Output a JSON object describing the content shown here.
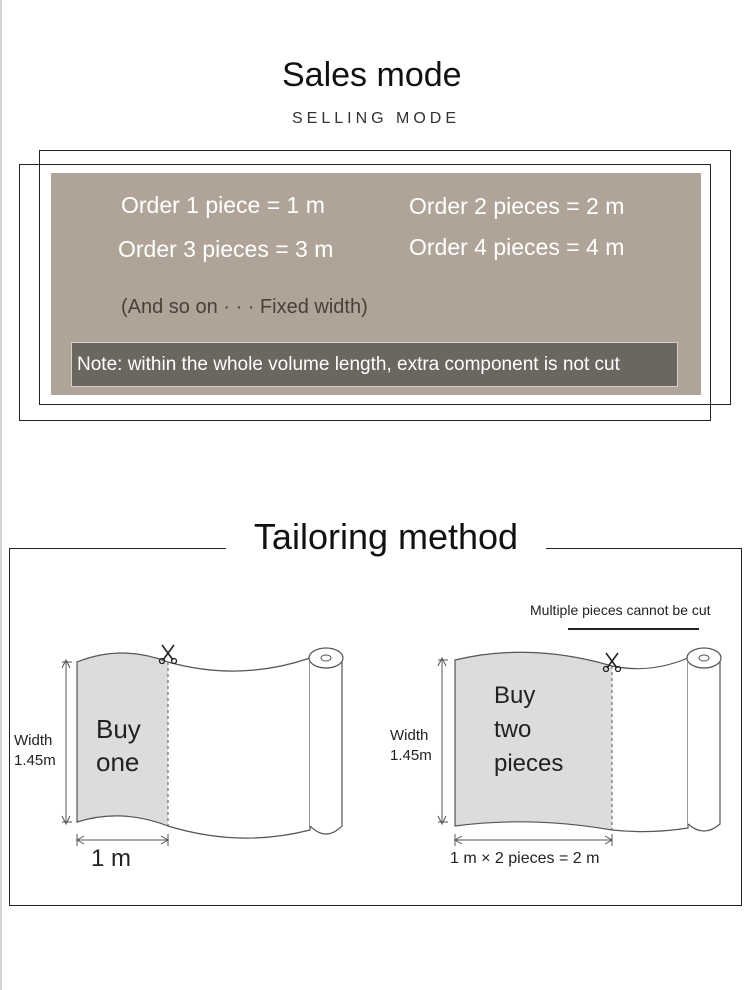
{
  "sales": {
    "title": "Sales mode",
    "subtitle": "SELLING MODE",
    "orders": [
      "Order 1 piece = 1 m",
      "Order 2 pieces = 2 m",
      "Order 3 pieces = 3 m",
      "Order 4 pieces = 4 m"
    ],
    "hint": "(And so on · · · Fixed width)",
    "note": "Note: within the whole volume length, extra component is not cut"
  },
  "tailoring": {
    "title": "Tailoring method",
    "left": {
      "width_label": "Width",
      "width_value": "1.45m",
      "buy_text_line1": "Buy",
      "buy_text_line2": "one",
      "length": "1 m"
    },
    "right": {
      "caption": "Multiple pieces cannot be cut",
      "width_label": "Width",
      "width_value": "1.45m",
      "buy_text_line1": "Buy",
      "buy_text_line2": "two",
      "buy_text_line3": "pieces",
      "length": "1 m × 2 pieces = 2 m"
    }
  },
  "colors": {
    "panel": "#b0a498",
    "note_bg": "#6b665f",
    "cut_shade": "#dcdcdc"
  }
}
